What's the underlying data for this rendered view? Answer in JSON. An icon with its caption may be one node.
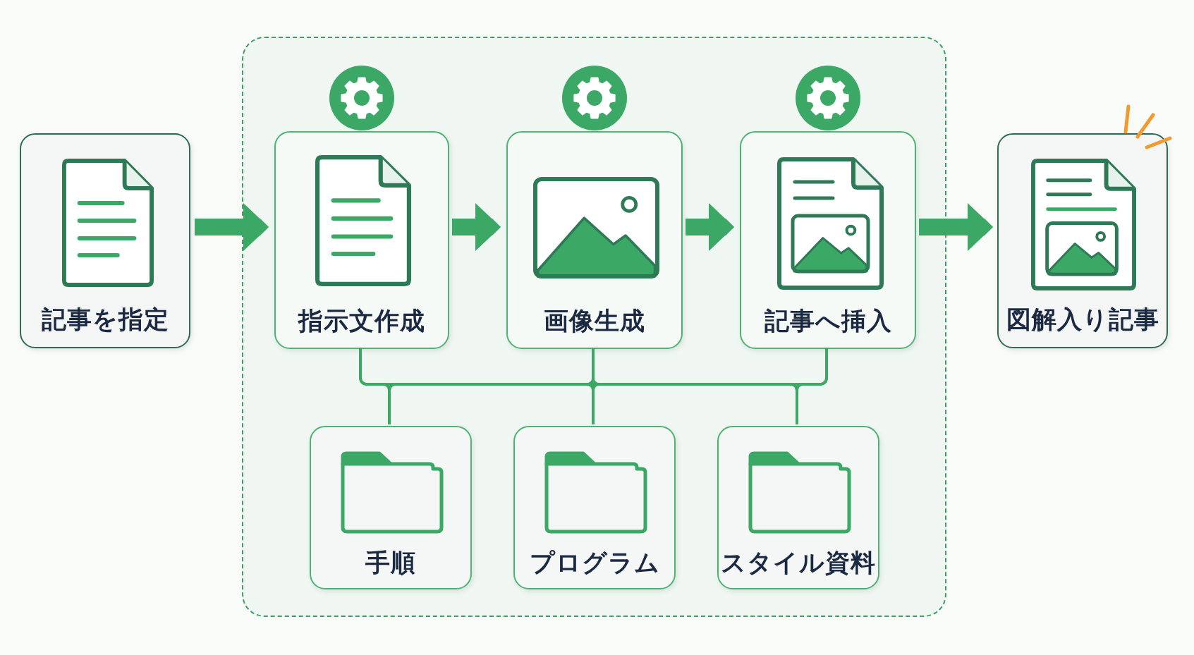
{
  "diagram": {
    "nodes": [
      {
        "text": [
          "記事を指定"
        ]
      },
      {
        "text": [],
        "shape": "box"
      },
      {
        "text": [
          "指示文作成"
        ],
        "in": 1
      },
      {
        "text": [
          "画像生成"
        ],
        "in": 1
      },
      {
        "text": [
          "記事へ挿入"
        ],
        "in": 1
      },
      {
        "text": [
          "手順"
        ],
        "in": 1
      },
      {
        "text": [
          "プログラム"
        ],
        "in": 1
      },
      {
        "text": [
          "スタイル資料"
        ],
        "in": 1
      },
      {
        "text": [
          "図解入り記事"
        ]
      }
    ],
    "edges": [
      {
        "from": 0,
        "to": 2,
        "arrow": "to",
        "style": "thick"
      },
      {
        "from": 2,
        "to": 3,
        "arrow": "to",
        "style": "thick"
      },
      {
        "from": 3,
        "to": 4,
        "arrow": "to",
        "style": "thick"
      },
      {
        "from": 4,
        "to": 8,
        "arrow": "to",
        "style": "thick"
      },
      {
        "from": 2,
        "to": 5,
        "arrow": "none"
      },
      {
        "from": 2,
        "to": 6,
        "arrow": "none"
      },
      {
        "from": 2,
        "to": 7,
        "arrow": "none"
      },
      {
        "from": 3,
        "to": 5,
        "arrow": "none"
      },
      {
        "from": 3,
        "to": 6,
        "arrow": "none"
      },
      {
        "from": 3,
        "to": 7,
        "arrow": "none"
      },
      {
        "from": 4,
        "to": 5,
        "arrow": "none"
      },
      {
        "from": 4,
        "to": 6,
        "arrow": "none"
      },
      {
        "from": 4,
        "to": 7,
        "arrow": "none"
      }
    ]
  }
}
